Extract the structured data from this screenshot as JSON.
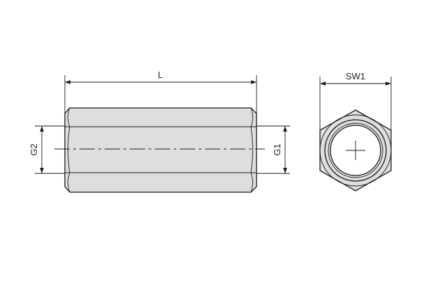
{
  "dimensions": {
    "length_label": "L",
    "width_across_flats_label": "SW1",
    "thread_left_label": "G2",
    "thread_right_label": "G1"
  },
  "colors": {
    "body_fill": "#dedede",
    "line": "#1a1a1a",
    "background": "#ffffff"
  }
}
